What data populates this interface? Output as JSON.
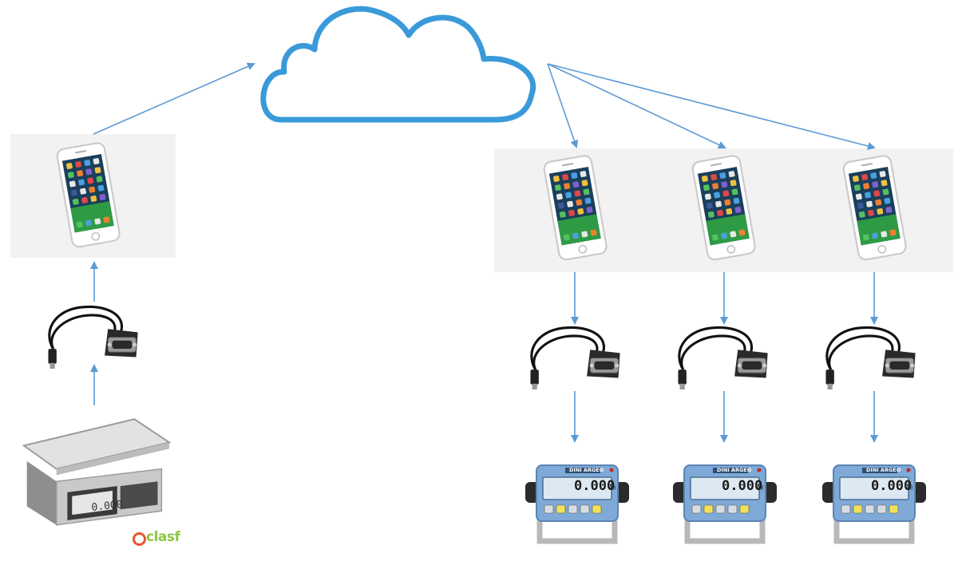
{
  "diagram": {
    "cloud": {
      "icon": "cloud-icon",
      "stroke": "#3a9ad9"
    },
    "source": {
      "phone": {
        "icon": "smartphone-icon"
      },
      "cable": {
        "icon": "usb-serial-cable-icon"
      },
      "scale": {
        "icon": "weighing-scale-icon",
        "display": "0.000"
      }
    },
    "targets": [
      {
        "phone": {
          "icon": "smartphone-icon"
        },
        "cable": {
          "icon": "usb-serial-cable-icon"
        },
        "indicator": {
          "icon": "weight-indicator-icon",
          "brand": "DINI ARGEO",
          "display": "0.000",
          "unit": "kg"
        }
      },
      {
        "phone": {
          "icon": "smartphone-icon"
        },
        "cable": {
          "icon": "usb-serial-cable-icon"
        },
        "indicator": {
          "icon": "weight-indicator-icon",
          "brand": "DINI ARGEO",
          "display": "0.000",
          "unit": "kg"
        }
      },
      {
        "phone": {
          "icon": "smartphone-icon"
        },
        "cable": {
          "icon": "usb-serial-cable-icon"
        },
        "indicator": {
          "icon": "weight-indicator-icon",
          "brand": "DINI ARGEO",
          "display": "0.000",
          "unit": "kg"
        }
      }
    ],
    "watermark": {
      "text": "clasf",
      "icon": "magnifier-logo-icon"
    },
    "colors": {
      "arrow": "#5b9bd5",
      "cloud": "#3a9ad9",
      "panel": "#f2f2f2",
      "indicator": "#7fa9d6"
    }
  }
}
